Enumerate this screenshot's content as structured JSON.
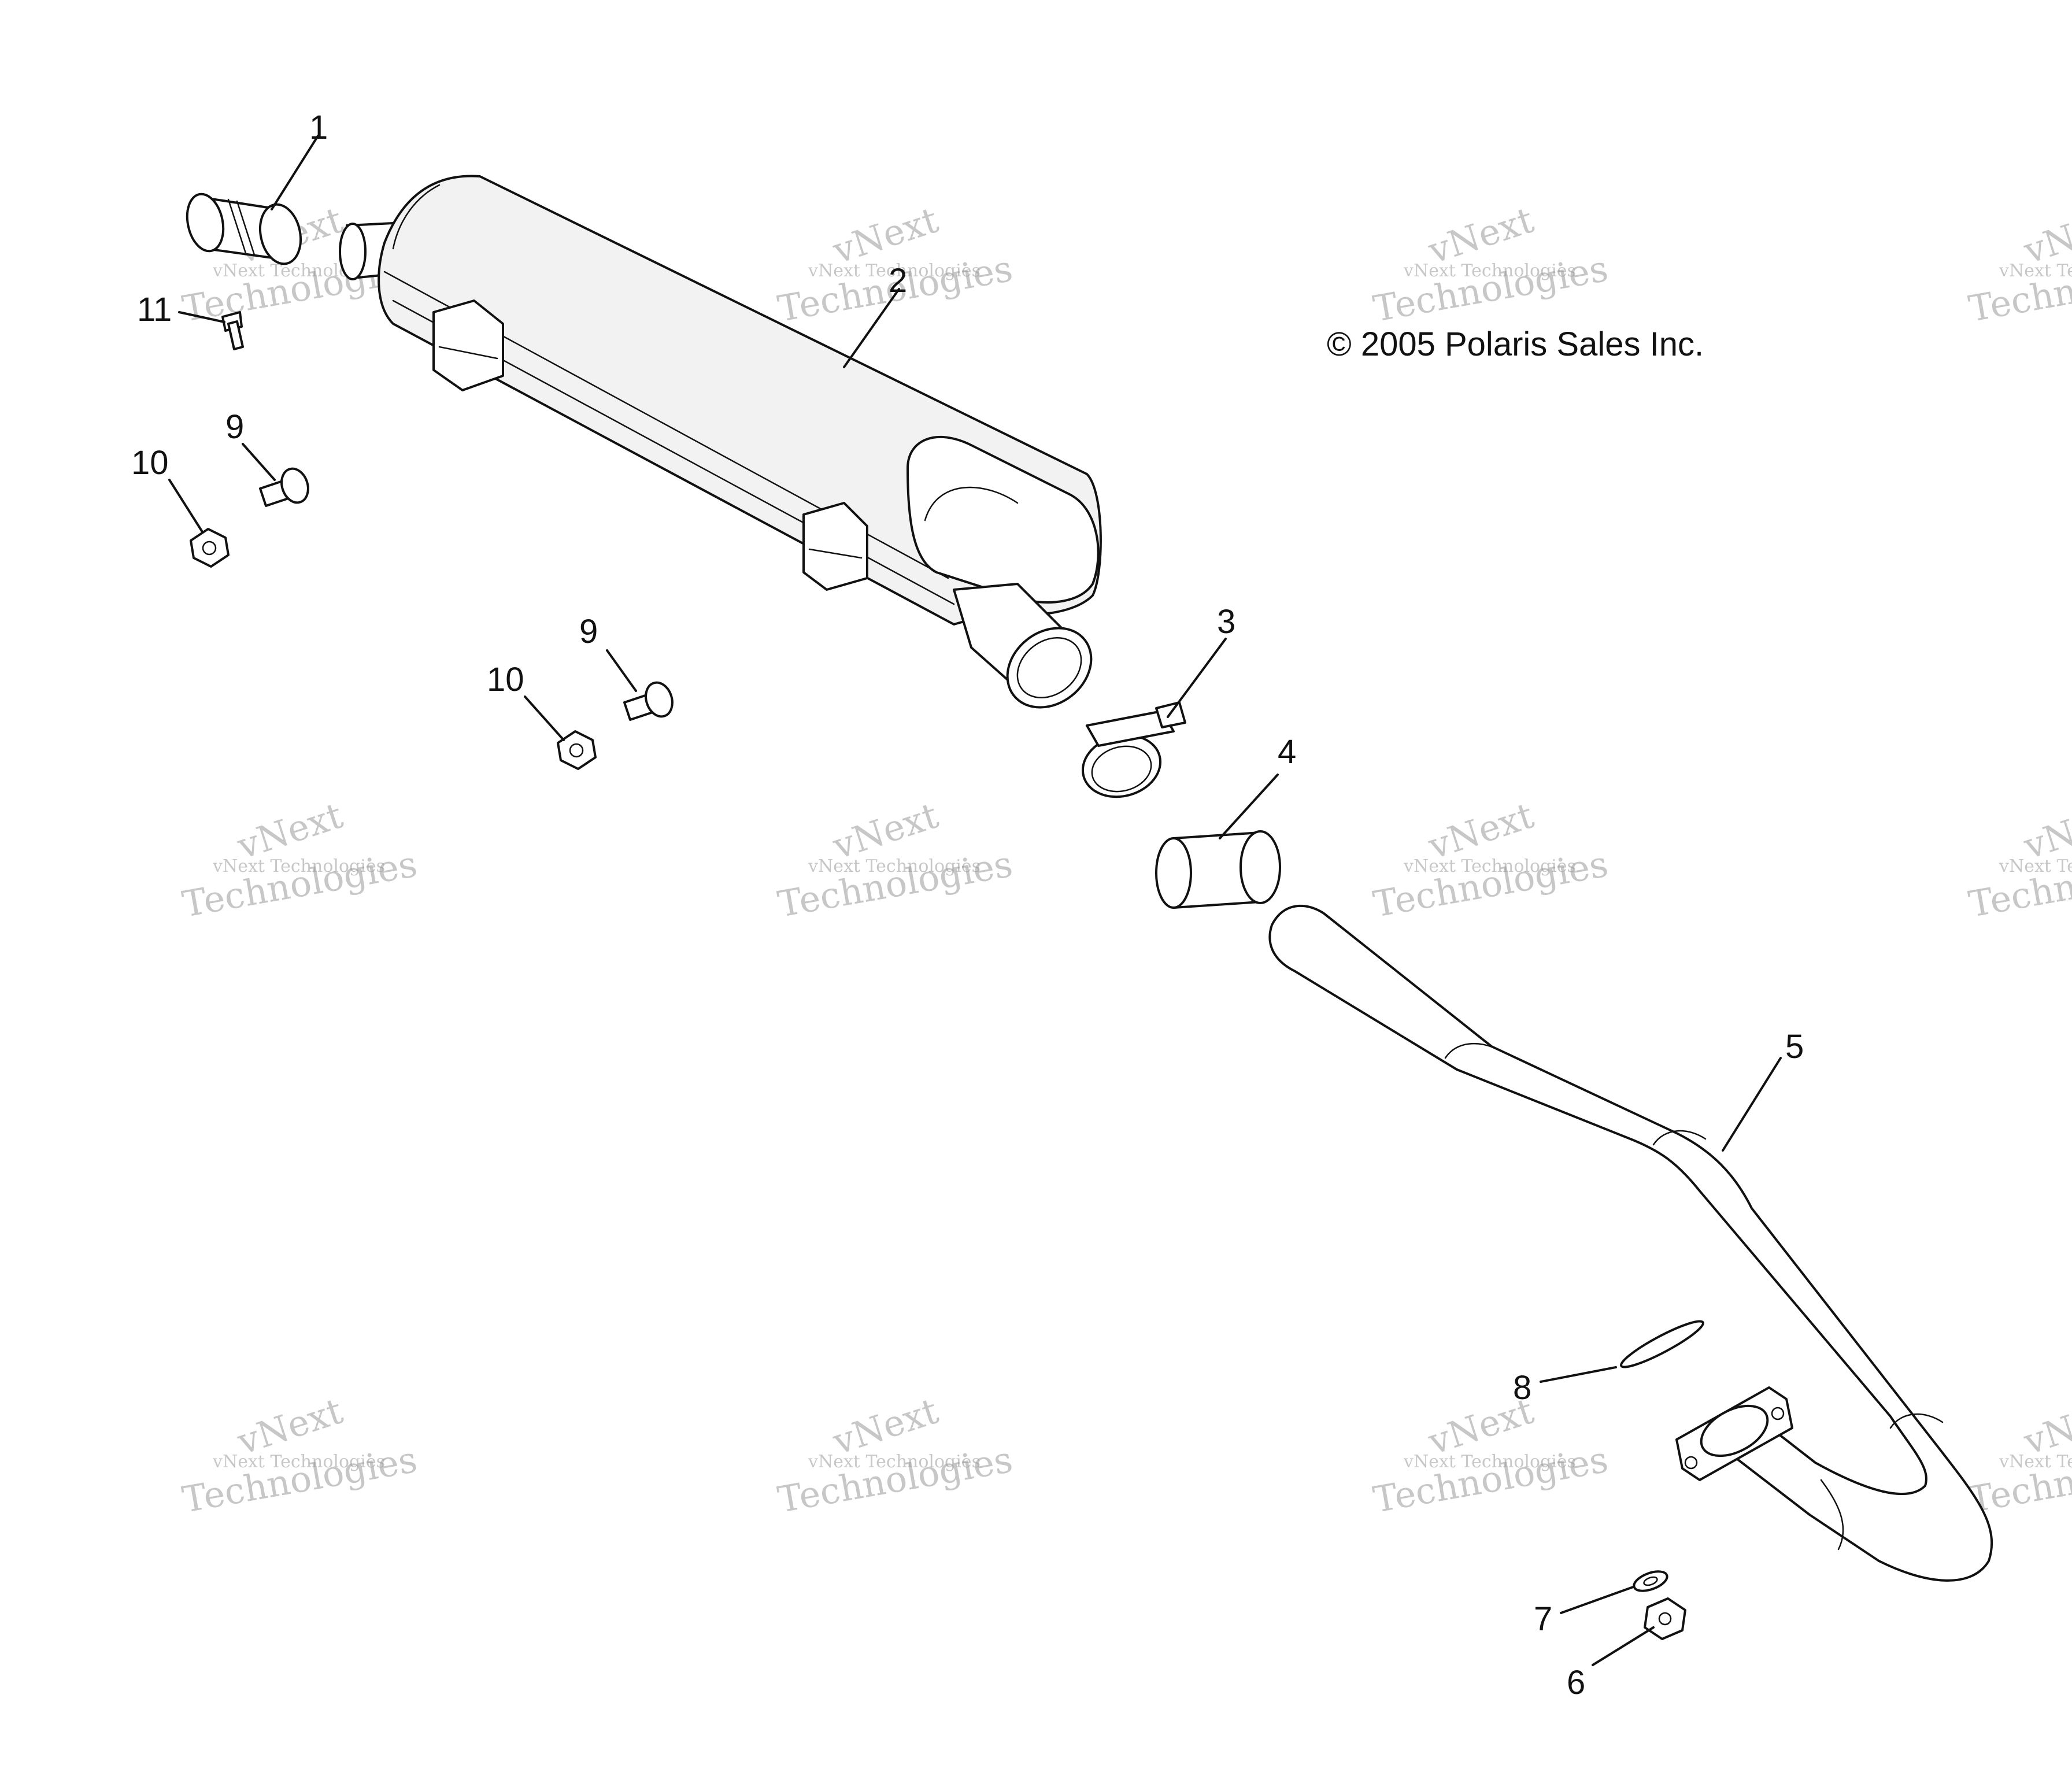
{
  "copyright": "© 2005 Polaris Sales Inc.",
  "watermark": {
    "line1": "vNext Technologies",
    "line2": "vNext",
    "line3": "Technologies"
  },
  "callouts": {
    "c1": "1",
    "c2": "2",
    "c3": "3",
    "c4": "4",
    "c5": "5",
    "c6": "6",
    "c7": "7",
    "c8": "8",
    "c9a": "9",
    "c9b": "9",
    "c10a": "10",
    "c10b": "10",
    "c11": "11"
  }
}
